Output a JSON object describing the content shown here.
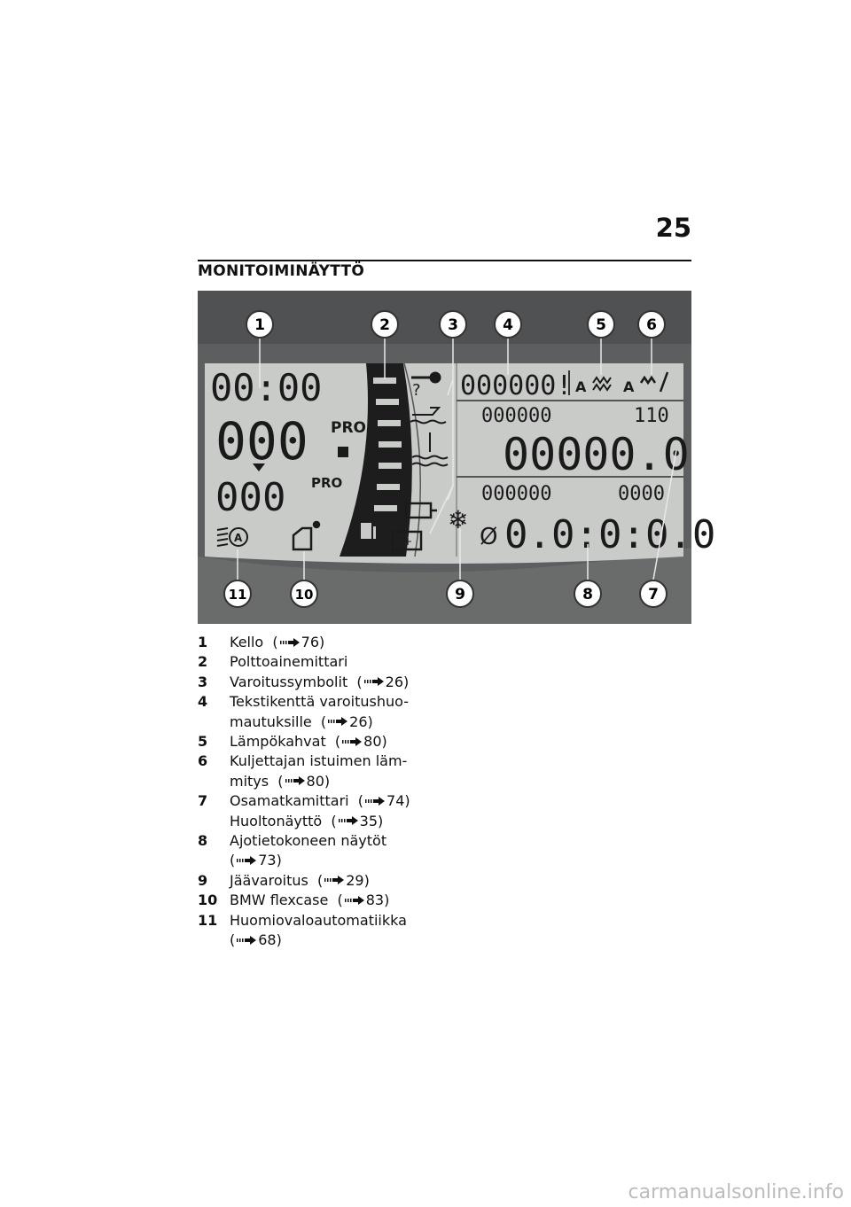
{
  "header": {
    "page_number": "25",
    "section_title": "MONITOIMINÄYTTÖ"
  },
  "figure": {
    "callouts": [
      "1",
      "2",
      "3",
      "4",
      "5",
      "6",
      "7",
      "8",
      "9",
      "10",
      "11"
    ],
    "display": {
      "clock": "00:00",
      "speed": "000",
      "speed_mode": "PRO",
      "rpm": "000",
      "rpm_mode": "PRO",
      "warning_text": "000000!",
      "trip_label_top": "000000",
      "trip_small_top": "110",
      "odometer": "00000.0",
      "trip_label_bottom": "000000",
      "trip_small_bottom": "0000",
      "average": "0.0:0:0.0",
      "average_symbol": "Ø",
      "heat_a": "A",
      "heat_b": "A"
    }
  },
  "legend": [
    {
      "num": "1",
      "lines": [
        "Kello"
      ],
      "ref": "76)"
    },
    {
      "num": "2",
      "lines": [
        "Polttoainemittari"
      ],
      "ref": ""
    },
    {
      "num": "3",
      "lines": [
        "Varoitussymbolit"
      ],
      "ref": "26)"
    },
    {
      "num": "4",
      "lines": [
        "Tekstikenttä varoitushuo-",
        "mautuksille"
      ],
      "ref": "26)"
    },
    {
      "num": "5",
      "lines": [
        "Lämpökahvat"
      ],
      "ref": "80)"
    },
    {
      "num": "6",
      "lines": [
        "Kuljettajan istuimen läm-",
        "mitys"
      ],
      "ref": "80)"
    },
    {
      "num": "7",
      "lines": [
        "Osamatkamittari"
      ],
      "ref": "74)"
    },
    {
      "num": "",
      "lines": [
        "Huoltonäyttö"
      ],
      "ref": "35)"
    },
    {
      "num": "8",
      "lines": [
        "Ajotietokoneen näytöt",
        ""
      ],
      "ref": "73)"
    },
    {
      "num": "9",
      "lines": [
        "Jäävaroitus"
      ],
      "ref": "29)"
    },
    {
      "num": "10",
      "lines": [
        "BMW flexcase"
      ],
      "ref": "83)"
    },
    {
      "num": "11",
      "lines": [
        "Huomiovaloautomatiikka",
        ""
      ],
      "ref": "68)"
    }
  ],
  "footer": {
    "watermark": "carmanualsonline.info"
  },
  "colors": {
    "lcd_background": "#c9cbc9",
    "frame": "#5c5e5f",
    "segment": "#1a1a1a"
  }
}
